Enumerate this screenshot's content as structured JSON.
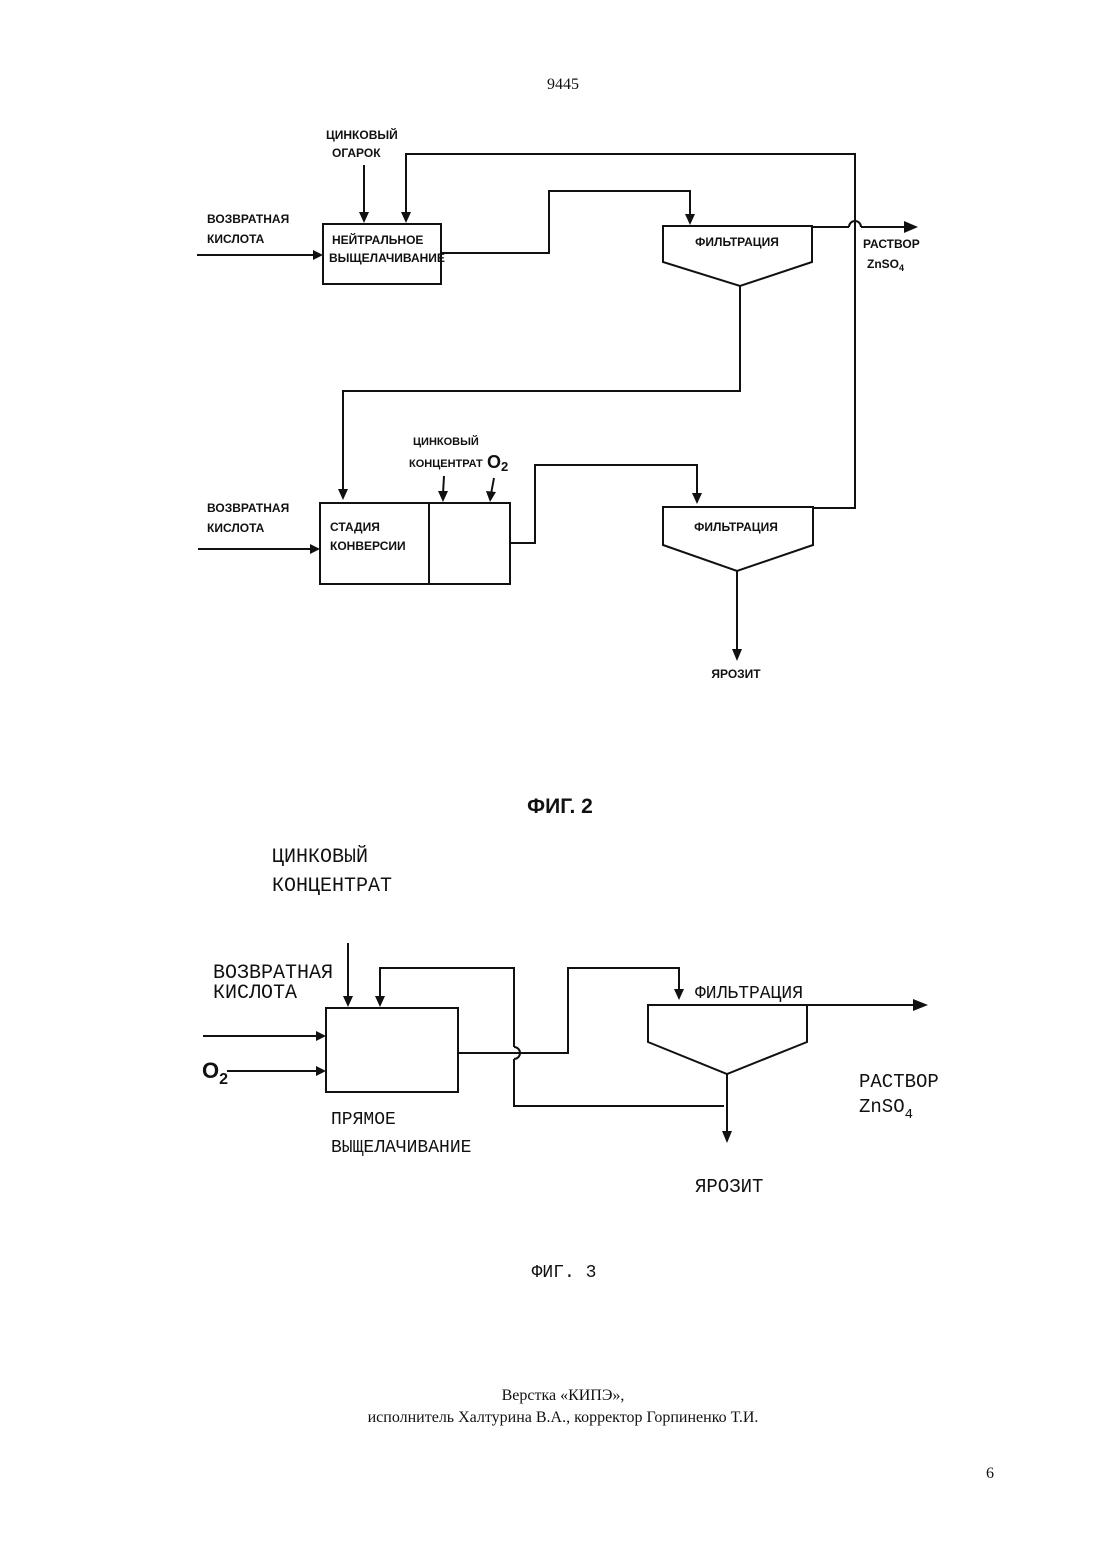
{
  "page": {
    "header_number": "9445",
    "footer_line1": "Верстка «КИПЭ»,",
    "footer_line2": "исполнитель Халтурина В.А., корректор Горпиненко Т.И.",
    "page_number": "6"
  },
  "fig2": {
    "caption": "ФИГ. 2",
    "zinc_cinder_line1": "ЦИНКОВЫЙ",
    "zinc_cinder_line2": "ОГАРОК",
    "return_acid_top_line1": "ВОЗВРАТНАЯ",
    "return_acid_top_line2": "КИСЛОТА",
    "neutral_leach_line1": "НЕЙТРАЛЬНОЕ",
    "neutral_leach_line2": "ВЫЩЕЛАЧИВАНИЕ",
    "filtration_top": "ФИЛЬТРАЦИЯ",
    "solution_line1": "РАСТВОР",
    "solution_line2": "ZnSO",
    "solution_sub": "4",
    "zinc_concentrate_line1": "ЦИНКОВЫЙ",
    "zinc_concentrate_line2": "КОНЦЕНТРАТ",
    "oxygen": "O",
    "oxygen_sub": "2",
    "return_acid_bottom_line1": "ВОЗВРАТНАЯ",
    "return_acid_bottom_line2": "КИСЛОТА",
    "conversion_line1": "СТАДИЯ",
    "conversion_line2": "КОНВЕРСИИ",
    "filtration_bottom": "ФИЛЬТРАЦИЯ",
    "jarosite": "ЯРОЗИТ"
  },
  "fig3": {
    "caption": "ФИГ. 3",
    "zinc_concentrate_line1": "ЦИНКОВЫЙ",
    "zinc_concentrate_line2": "КОНЦЕНТРАТ",
    "return_acid_line1": "ВОЗВРАТНАЯ",
    "return_acid_line2": "КИСЛОТА",
    "oxygen": "O",
    "oxygen_sub": "2",
    "direct_leach_line1": "ПРЯМОЕ",
    "direct_leach_line2": "ВЫЩЕЛАЧИВАНИЕ",
    "filtration": "ФИЛЬТРАЦИЯ",
    "solution_line1": "РАСТВОР",
    "solution_line2": "ZnSO",
    "solution_sub": "4",
    "jarosite": "ЯРОЗИТ"
  }
}
